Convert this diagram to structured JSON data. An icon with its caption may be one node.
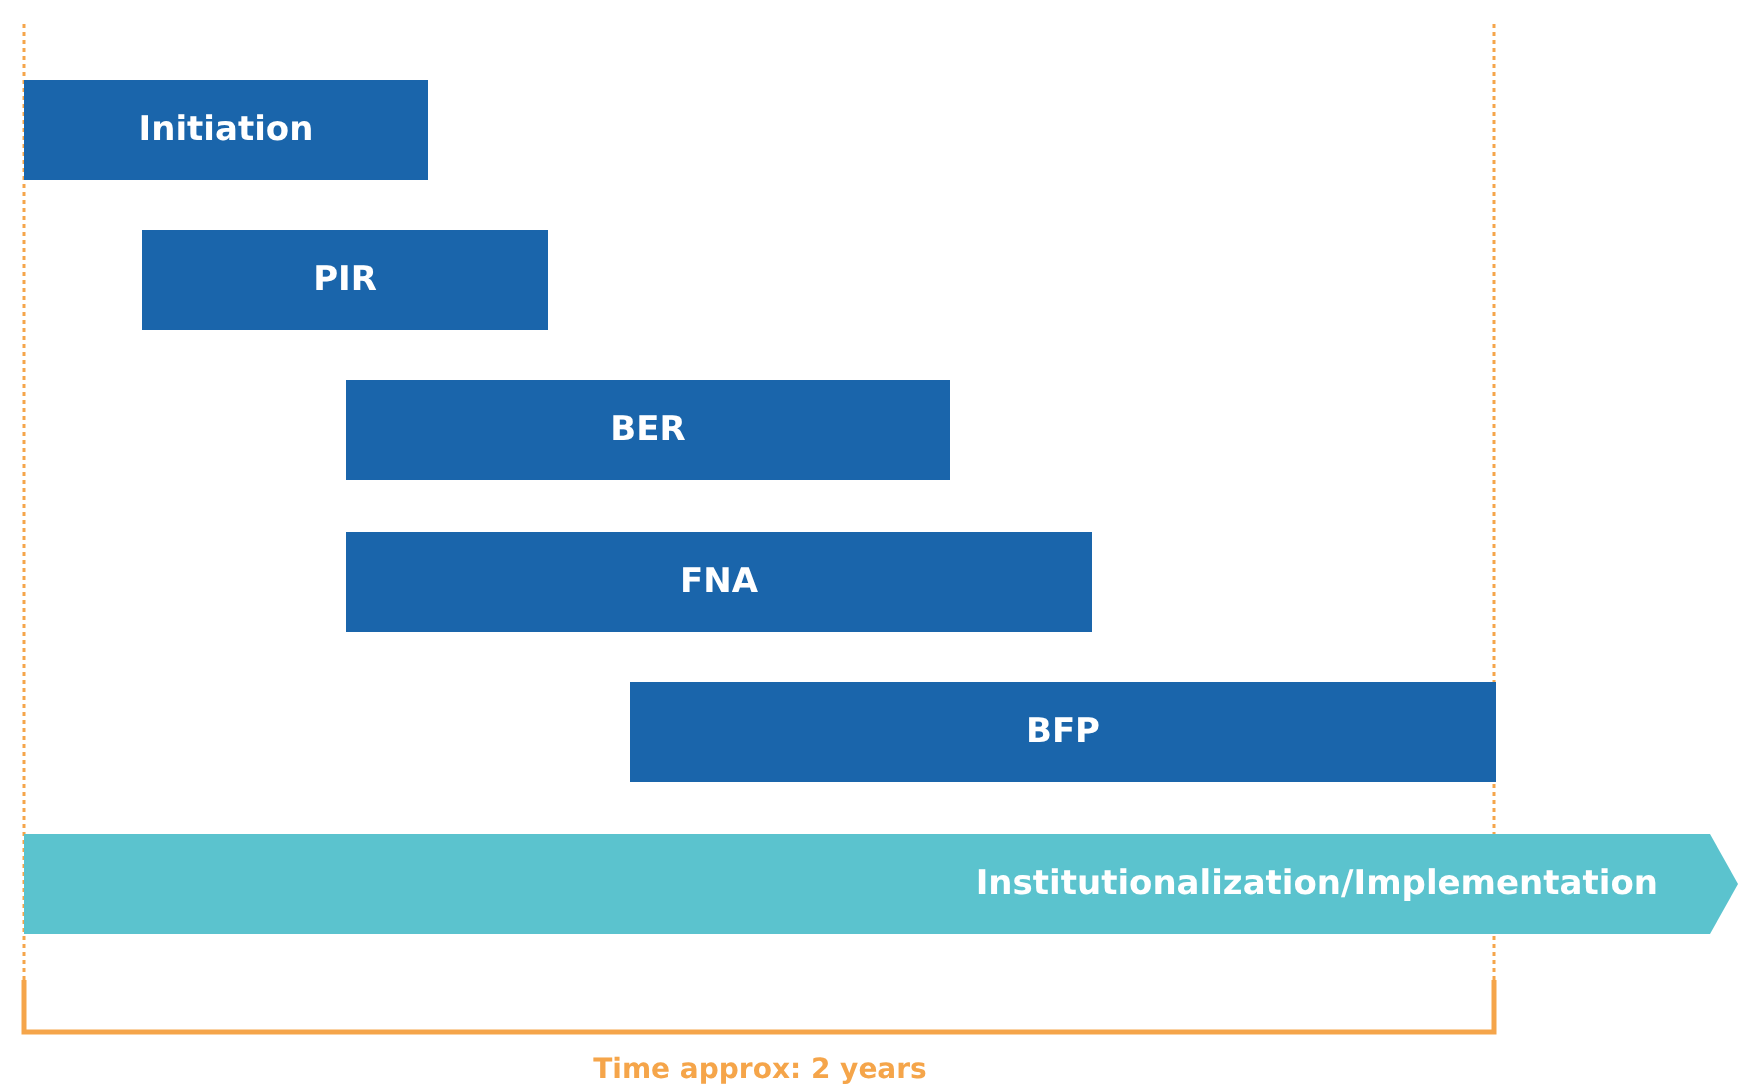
{
  "diagram": {
    "nodes": [
      {
        "text": [
          "Initiation"
        ]
      },
      {
        "text": [
          "PIR"
        ]
      },
      {
        "text": [
          "BER"
        ]
      },
      {
        "text": [
          "FNA"
        ]
      },
      {
        "text": [
          "BFP"
        ]
      },
      {
        "text": [
          "Institutionalization/Implementation"
        ]
      }
    ],
    "labels": [
      "Time approx: 2 years"
    ]
  }
}
